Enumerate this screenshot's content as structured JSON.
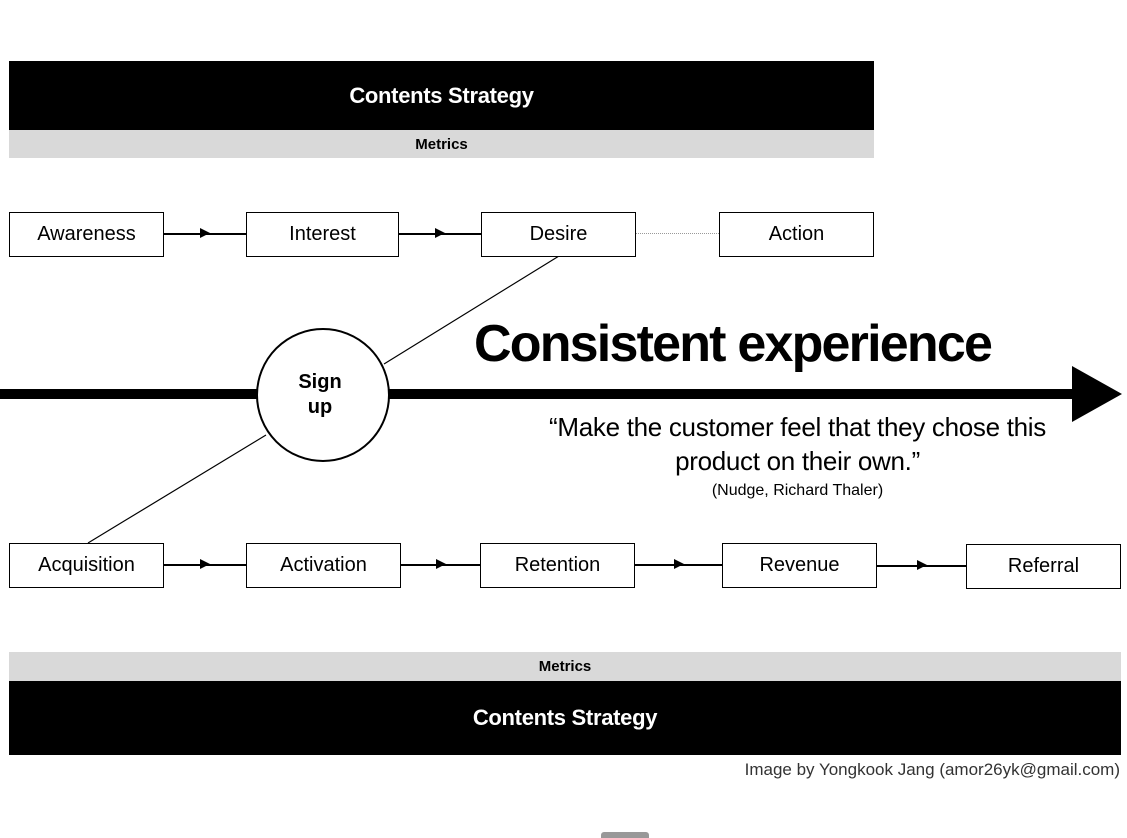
{
  "top": {
    "strategy_label": "Contents Strategy",
    "metrics_label": "Metrics"
  },
  "aida": {
    "stages": [
      "Awareness",
      "Interest",
      "Desire",
      "Action"
    ]
  },
  "aarrr": {
    "stages": [
      "Acquisition",
      "Activation",
      "Retention",
      "Revenue",
      "Referral"
    ]
  },
  "signup": {
    "label": "Sign\nup"
  },
  "headline": "Consistent experience",
  "quote": {
    "text": "“Make the customer feel that they chose this product on their own.”",
    "citation": "(Nudge, Richard Thaler)"
  },
  "bottom": {
    "metrics_label": "Metrics",
    "strategy_label": "Contents Strategy"
  },
  "credit": "Image by Yongkook Jang (amor26yk@gmail.com)",
  "colors": {
    "band": "#000000",
    "metrics_band": "#d9d9d9",
    "dotted_link": "#999999"
  }
}
